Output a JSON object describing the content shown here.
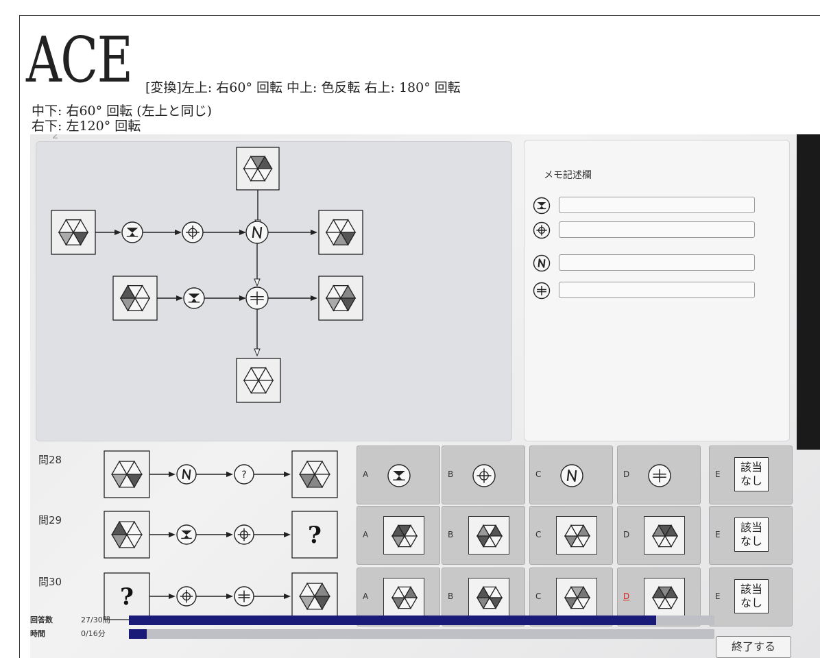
{
  "header": {
    "title": "ACE",
    "line1": "[変換]左上: 右60° 回転 中上: 色反転 右上: 180° 回転",
    "line2": "中下: 右60° 回転 (左上と同じ)",
    "line3": "右下: 左120° 回転"
  },
  "memo": {
    "title": "メモ記述欄",
    "rows": [
      {
        "symbol": "hourglass-op-icon",
        "value": ""
      },
      {
        "symbol": "cross-op-icon",
        "value": ""
      },
      {
        "symbol": "reversed-n-op-icon",
        "value": ""
      },
      {
        "symbol": "division-op-icon",
        "value": ""
      }
    ]
  },
  "questions": [
    {
      "label": "問28",
      "input": "shaded-bottom-right",
      "ops": [
        "reversed-n-op-icon",
        "?"
      ],
      "output": "shaded-bottom",
      "options": [
        {
          "letter": "A",
          "kind": "symbol",
          "symbol": "hourglass-op-icon"
        },
        {
          "letter": "B",
          "kind": "symbol",
          "symbol": "cross-op-icon"
        },
        {
          "letter": "C",
          "kind": "symbol",
          "symbol": "reversed-n-op-icon"
        },
        {
          "letter": "D",
          "kind": "symbol",
          "symbol": "division-op-icon"
        },
        {
          "letter": "E",
          "kind": "none",
          "text_a": "該当",
          "text_b": "なし"
        }
      ]
    },
    {
      "label": "問29",
      "input": "shaded-left",
      "ops": [
        "hourglass-op-icon",
        "cross-op-icon"
      ],
      "output": "?",
      "options": [
        {
          "letter": "A",
          "kind": "card",
          "pattern": "pattern-a"
        },
        {
          "letter": "B",
          "kind": "card",
          "pattern": "pattern-b"
        },
        {
          "letter": "C",
          "kind": "card",
          "pattern": "pattern-c"
        },
        {
          "letter": "D",
          "kind": "card",
          "pattern": "pattern-d"
        },
        {
          "letter": "E",
          "kind": "none",
          "text_a": "該当",
          "text_b": "なし"
        }
      ]
    },
    {
      "label": "問30",
      "input": "?",
      "ops": [
        "cross-op-icon",
        "division-op-icon"
      ],
      "output": "shaded-mixed",
      "options": [
        {
          "letter": "A",
          "kind": "card",
          "pattern": "pattern-e"
        },
        {
          "letter": "B",
          "kind": "card",
          "pattern": "pattern-f"
        },
        {
          "letter": "C",
          "kind": "card",
          "pattern": "pattern-g"
        },
        {
          "letter": "D",
          "kind": "card",
          "pattern": "pattern-h",
          "highlight": true
        },
        {
          "letter": "E",
          "kind": "none",
          "text_a": "該当",
          "text_b": "なし"
        }
      ]
    }
  ],
  "question_mark": "?",
  "status": {
    "answered_label": "回答数",
    "answered_value": "27/30問",
    "answered_fraction": 0.9,
    "time_label": "時間",
    "time_value": "0/16分",
    "time_fraction": 0.03
  },
  "end_button": "終了する"
}
